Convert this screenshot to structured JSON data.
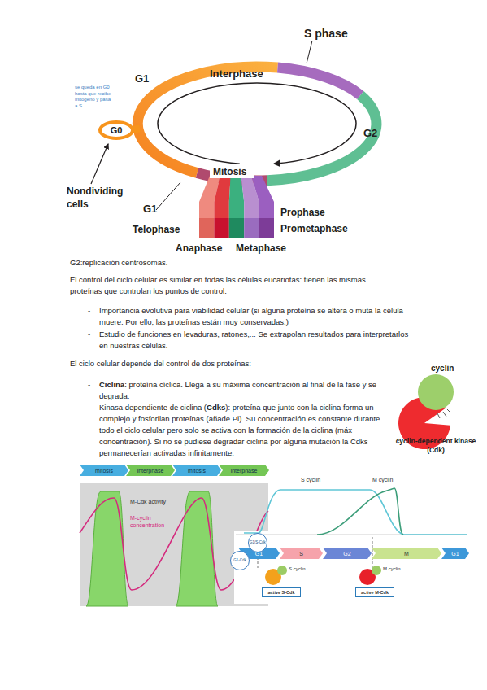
{
  "diagram": {
    "nodes": [
      {
        "text": [
          "G0"
        ]
      },
      {
        "text": [
          "mitosis"
        ]
      },
      {
        "text": [
          "interphase"
        ]
      },
      {
        "text": [
          "mitosis"
        ]
      },
      {
        "text": [
          "interphase"
        ]
      },
      {
        "text": [
          "G1/S-Cdk"
        ]
      },
      {
        "text": [
          "G1-Cdk"
        ]
      },
      {
        "text": [
          "G1"
        ]
      },
      {
        "text": [
          "S"
        ]
      },
      {
        "text": [
          "G2"
        ]
      },
      {
        "text": [
          "M"
        ]
      },
      {
        "text": [
          "G1"
        ]
      },
      {
        "text": [
          "active S-Cdk"
        ]
      },
      {
        "text": [
          "active M-Cdk"
        ]
      }
    ],
    "labels": [
      "se queda en G0 hasta que recibe mitógeno y pasa a S",
      "G1",
      "S phase",
      "Interphase",
      "G2",
      "Nondividing cells",
      "Mitosis",
      "Prophase",
      "Prometaphase",
      "Telophase",
      "G1",
      "Anaphase",
      "Metaphase",
      "G2:replicación centrosomas.",
      "El control del ciclo celular es similar en todas las células eucariotas: tienen las mismas proteínas que controlan los puntos de control.",
      "-",
      "Importancia evolutiva para viabilidad celular (si alguna proteína se altera o muta la célula muere. Por ello, las proteínas están muy conservadas.)",
      "-",
      "Estudio de funciones en levaduras, ratones,... Se extrapolan resultados para interpretarlos en nuestras células.",
      "El ciclo celular depende del control de dos proteínas:",
      "cyclin",
      "-",
      "Ciclina",
      ": proteína cíclica. Llega a su máxima concentración al final de la fase y se degrada.",
      "-",
      "Kinasa dependiente de ciclina (",
      "Cdks",
      "): proteína que junto con la ciclina forma un complejo y fosforilan proteínas (añade Pi). Su concentración es constante durante todo el ciclo celular pero solo se activa con la formación de la ciclina (máx concentración). Si no se pudiese degradar ciclina por alguna mutación la Cdks permanecerían activadas infinitamente.",
      "cyclin-dependent kinase (Cdk)",
      "M-Cdk activity",
      "M-cyclin concentration",
      "S cyclin",
      "M cyclin",
      "S cyclin",
      "M cyclin"
    ]
  }
}
